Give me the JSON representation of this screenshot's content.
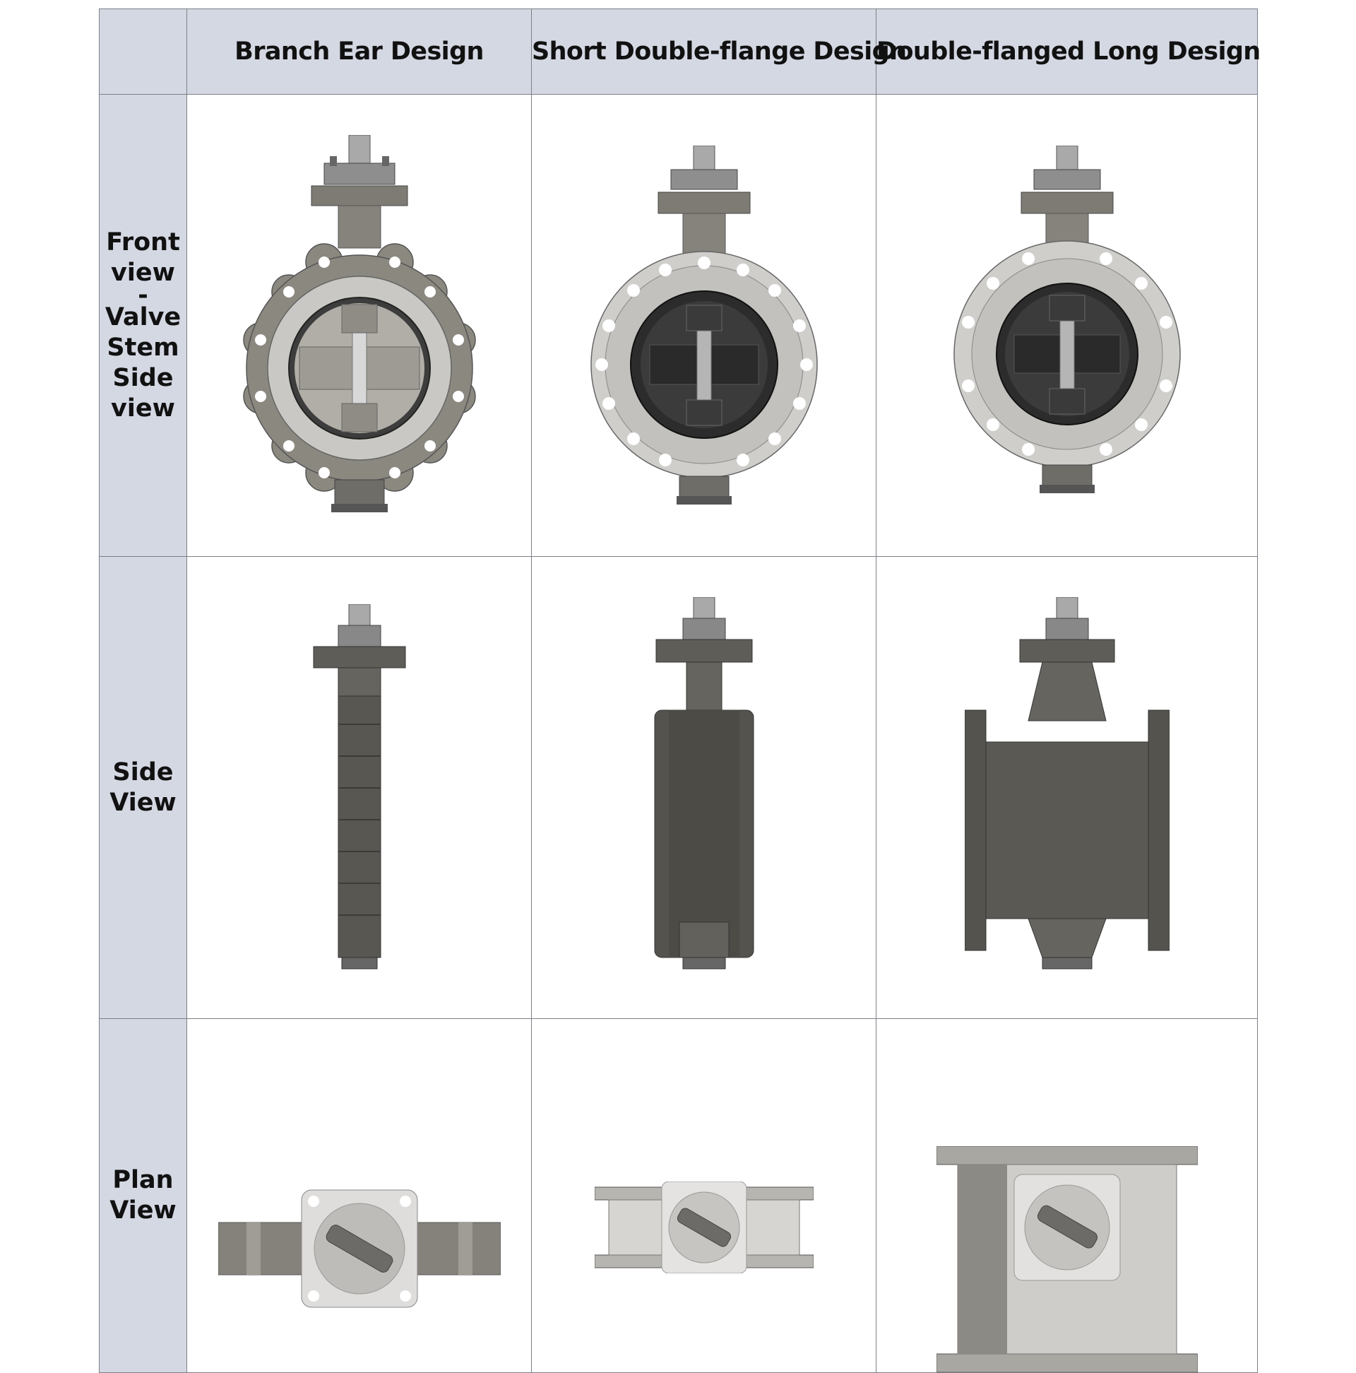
{
  "columns": [
    "Branch Ear Design",
    "Short Double-flange Design",
    "Double-flanged Long Design"
  ],
  "rows": [
    {
      "label_lines": [
        "Front",
        "view",
        "-",
        "Valve",
        "Stem",
        "Side",
        "view"
      ]
    },
    {
      "label_lines": [
        "Side",
        "View"
      ]
    },
    {
      "label_lines": [
        "Plan",
        "View"
      ]
    }
  ],
  "images": {
    "front_lug": "lug-type butterfly valve, front view",
    "front_short": "short double-flange butterfly valve, front view",
    "front_long": "long double-flange butterfly valve, front view",
    "side_lug": "lug-type butterfly valve, side view",
    "side_short": "short double-flange butterfly valve, side view",
    "side_long": "long double-flange butterfly valve, side view",
    "plan_lug": "lug-type butterfly valve, plan view",
    "plan_short": "short double-flange butterfly valve, plan view",
    "plan_long": "long double-flange butterfly valve, plan view"
  }
}
